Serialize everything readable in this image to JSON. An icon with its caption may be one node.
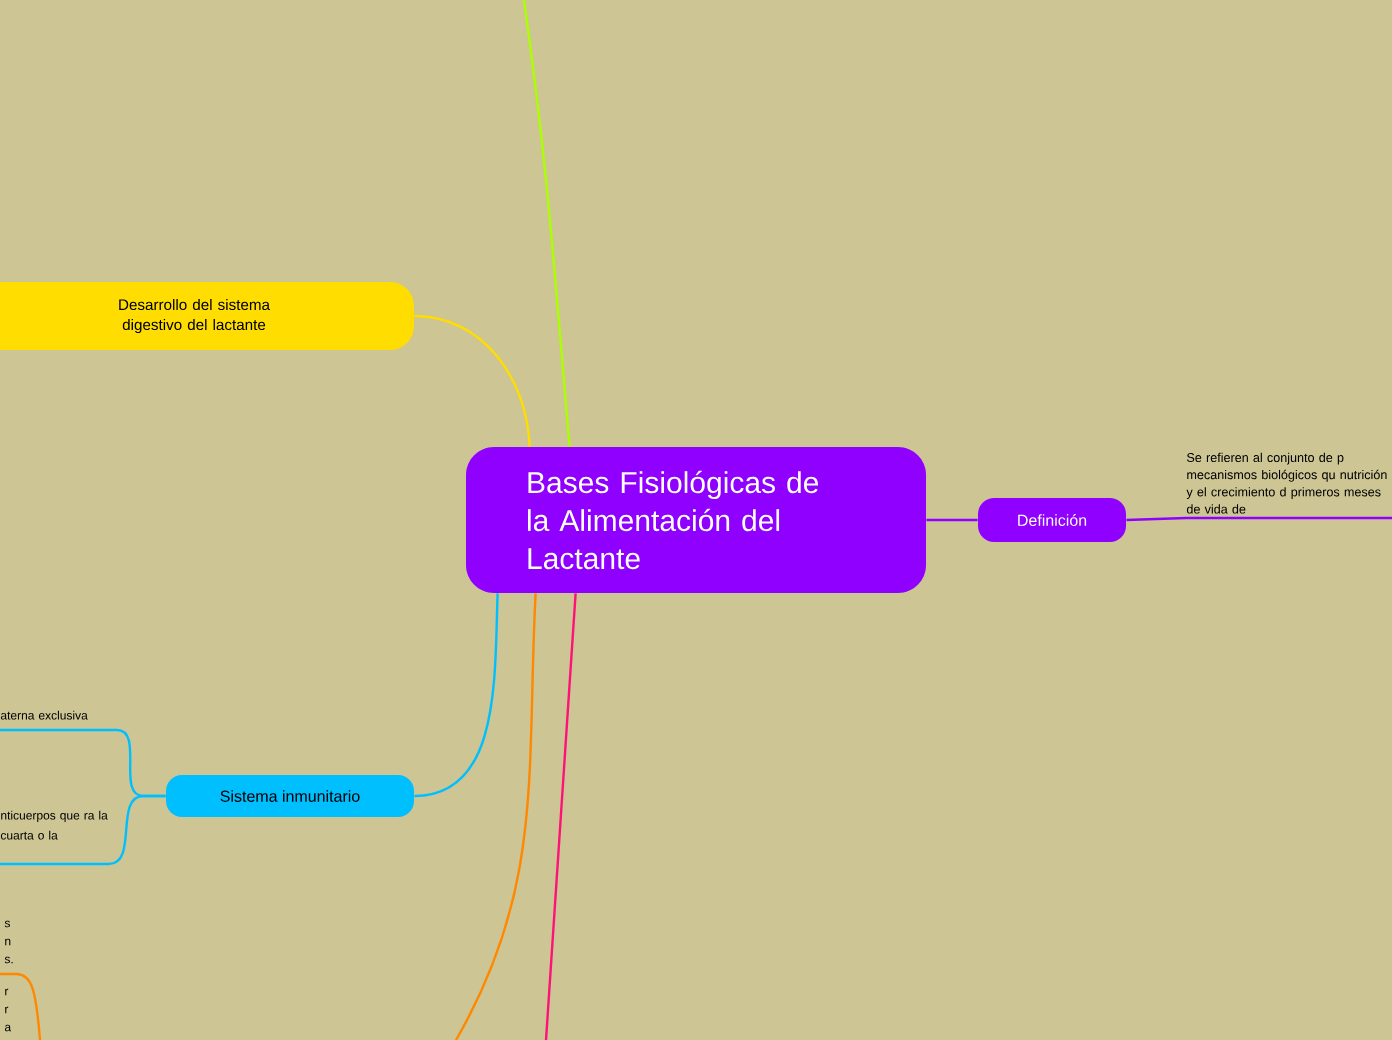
{
  "diagram": {
    "nodes": [
      {
        "text": [
          "Bases Fisiológicas de la Alimentación del Lactante"
        ]
      },
      {
        "text": [
          "Definición"
        ]
      },
      {
        "text": [
          "Se refieren al conjunto de p mecanismos biológicos qu nutrición y el crecimiento d primeros meses de vida de"
        ]
      },
      {
        "text": [
          "Desarrollo del sistema digestivo del lactante"
        ]
      },
      {
        "text": [
          "Sistema inmunitario"
        ]
      },
      {
        "text": [
          "aterna exclusiva"
        ]
      },
      {
        "text": [
          "nticuerpos que ra la cuarta o la"
        ]
      }
    ],
    "edges": [
      {
        "from": 0,
        "to": 1,
        "arrow": "none",
        "color": "#9000ff"
      },
      {
        "from": 1,
        "to": 2,
        "arrow": "none",
        "color": "#9000ff"
      },
      {
        "from": 0,
        "to": 3,
        "arrow": "none",
        "color": "#ffdd00"
      },
      {
        "from": 0,
        "to": 4,
        "arrow": "none",
        "color": "#00bfff"
      },
      {
        "from": 4,
        "to": 5,
        "arrow": "none",
        "color": "#00bfff"
      },
      {
        "from": 4,
        "to": 6,
        "arrow": "none",
        "color": "#00bfff"
      },
      {
        "from": 0,
        "to": null,
        "arrow": "none",
        "color": "#aaff00"
      },
      {
        "from": 0,
        "to": null,
        "arrow": "none",
        "color": "#ff8800"
      },
      {
        "from": 0,
        "to": null,
        "arrow": "none",
        "color": "#ff1177"
      }
    ],
    "labels": [
      "s",
      "n",
      "s.",
      "r",
      "r",
      "a"
    ]
  }
}
